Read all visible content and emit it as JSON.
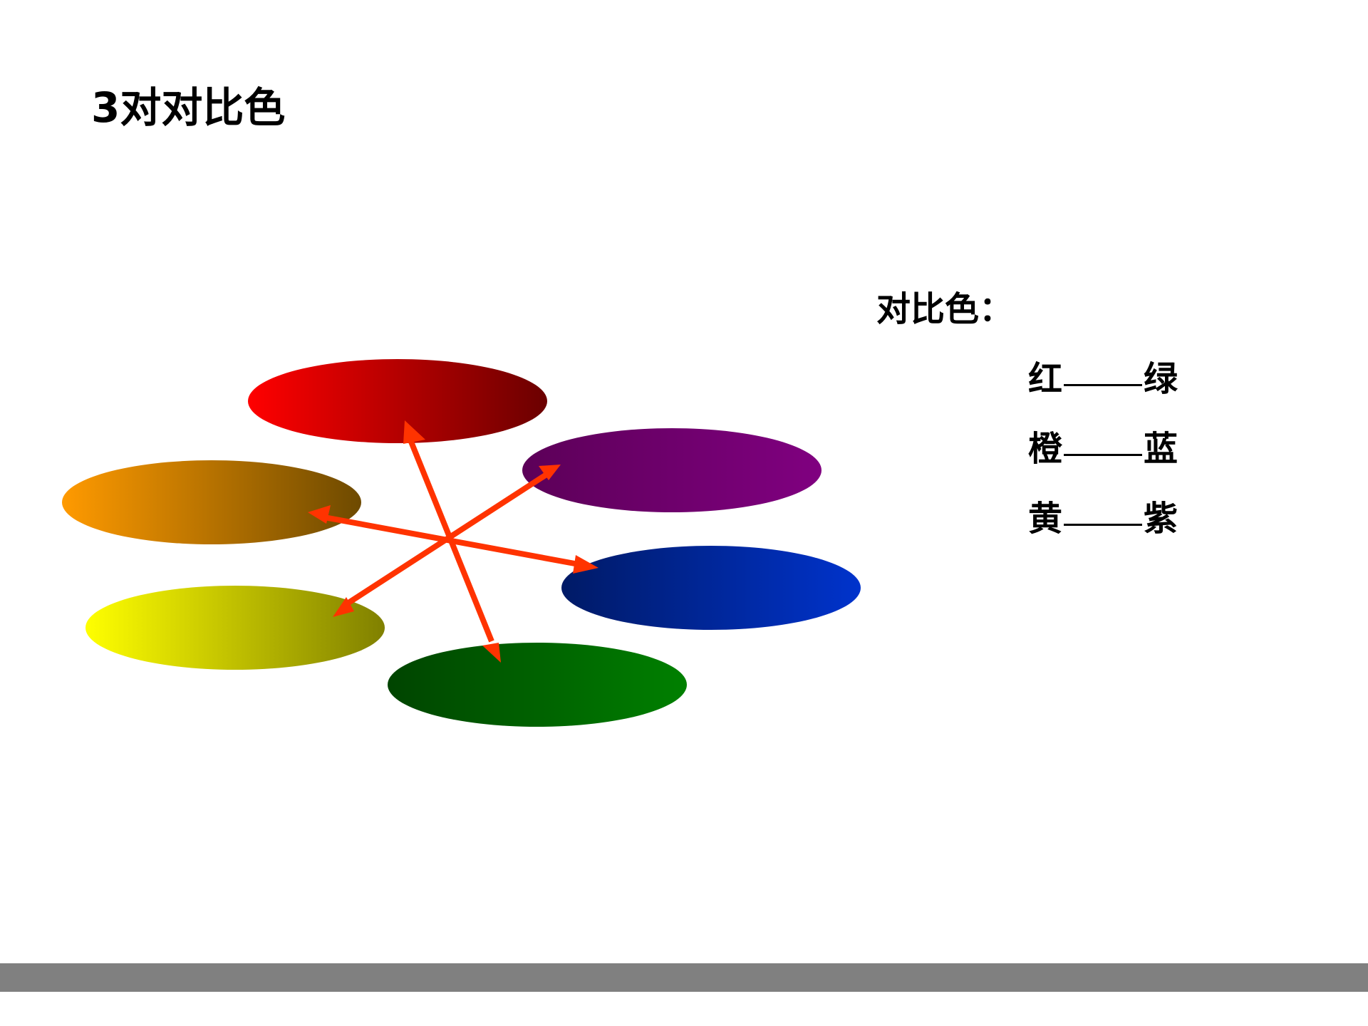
{
  "slide": {
    "title": "3对对比色"
  },
  "legend": {
    "heading": "对比色：",
    "pairs": [
      {
        "left": "红",
        "right": "绿"
      },
      {
        "left": "橙",
        "right": "蓝"
      },
      {
        "left": "黄",
        "right": "紫"
      }
    ]
  },
  "ellipses": [
    {
      "name": "red",
      "from": "#ff0000",
      "to": "#6b0000"
    },
    {
      "name": "orange",
      "from": "#ff9a00",
      "to": "#6e4a00"
    },
    {
      "name": "yellow",
      "from": "#ffff00",
      "to": "#808000"
    },
    {
      "name": "green",
      "from": "#004400",
      "to": "#008000"
    },
    {
      "name": "blue",
      "from": "#001a66",
      "to": "#0033cc"
    },
    {
      "name": "purple",
      "from": "#5c0058",
      "to": "#800080"
    }
  ],
  "arrow_color": "#ff3300",
  "footer_color": "#808080"
}
